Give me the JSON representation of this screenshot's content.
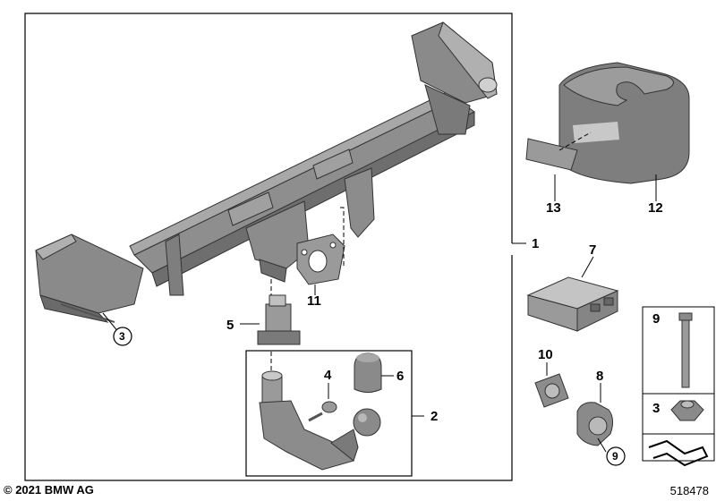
{
  "callouts": {
    "c1": "1",
    "c2": "2",
    "c3a": "3",
    "c3b": "3",
    "c4": "4",
    "c5": "5",
    "c6": "6",
    "c7": "7",
    "c8": "8",
    "c9a": "9",
    "c9b": "9",
    "c10": "10",
    "c11": "11",
    "c12": "12",
    "c13": "13"
  },
  "footer": {
    "copyright": "© 2021 BMW AG",
    "drawing_id": "518478"
  }
}
